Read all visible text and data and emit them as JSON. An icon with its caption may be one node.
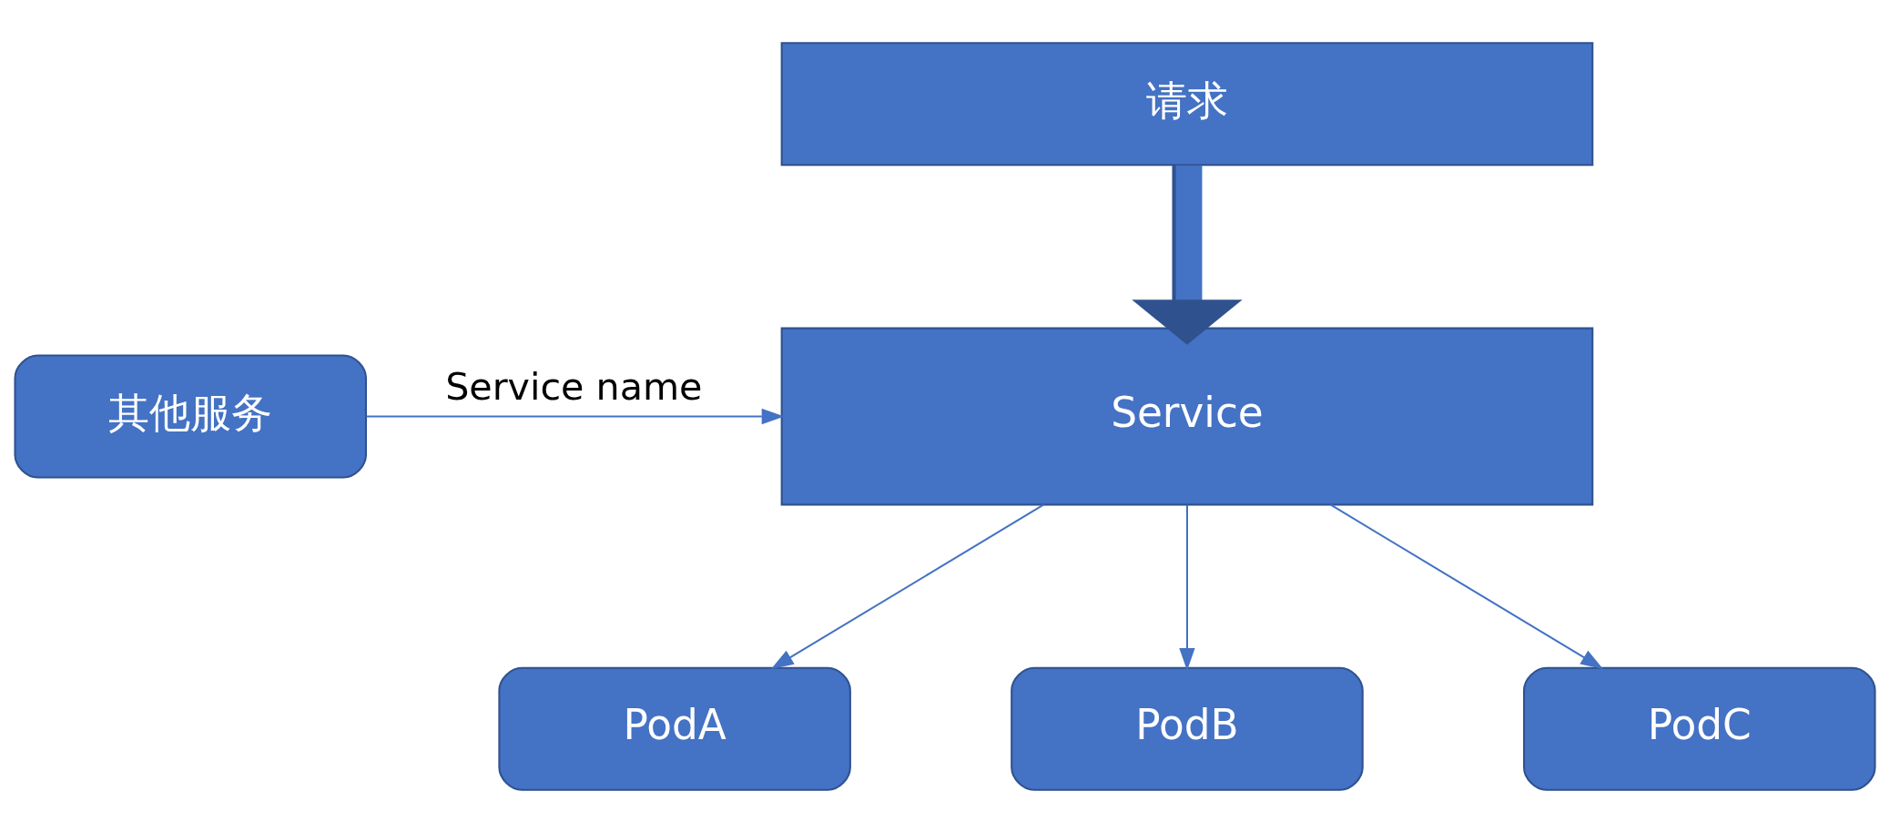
{
  "diagram": {
    "nodes": [
      {
        "text": [
          "请求"
        ]
      },
      {
        "text": [
          "Service"
        ]
      },
      {
        "text": [
          "其他服务"
        ]
      },
      {
        "text": [
          "PodA"
        ]
      },
      {
        "text": [
          "PodB"
        ]
      },
      {
        "text": [
          "PodC"
        ]
      }
    ],
    "edges": [
      {
        "from": 0,
        "to": 1,
        "arrow": "to",
        "style": "thick"
      },
      {
        "from": 2,
        "to": 1,
        "arrow": "to",
        "label": "Service name"
      },
      {
        "from": 1,
        "to": 3,
        "arrow": "to"
      },
      {
        "from": 1,
        "to": 4,
        "arrow": "to"
      },
      {
        "from": 1,
        "to": 5,
        "arrow": "to"
      }
    ]
  }
}
